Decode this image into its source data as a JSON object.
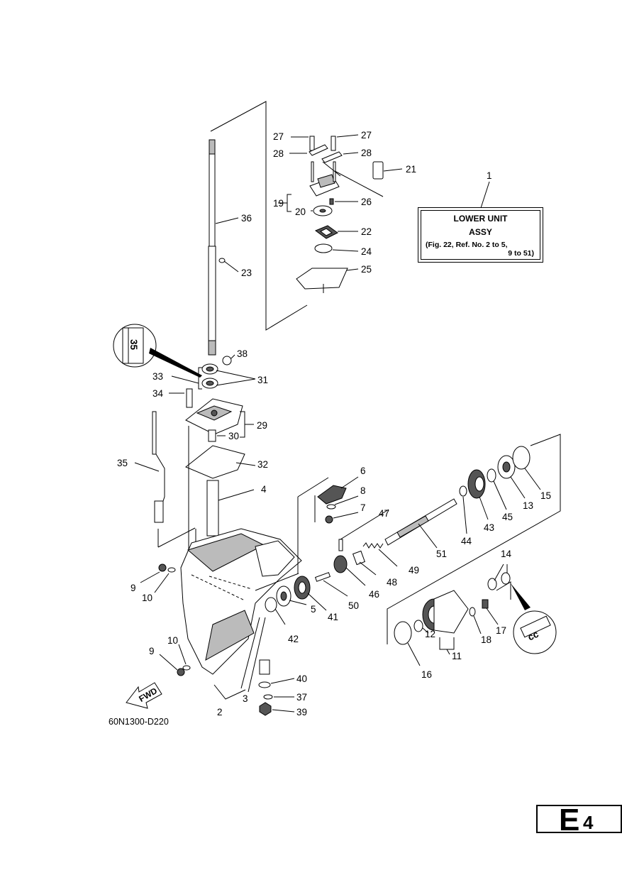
{
  "diagram": {
    "drawing_code": "60N1300-D220",
    "page": {
      "letter": "E",
      "number": "4"
    },
    "assembly_box": {
      "ref": "1",
      "line1": "LOWER UNIT",
      "line2": "ASSY",
      "line3": "(Fig. 22, Ref. No. 2 to 5,",
      "line4": "9 to 51)"
    },
    "fwd_label": "FWD",
    "badge_35": "35",
    "badge_cc": "cc",
    "labels": {
      "l27a": "27",
      "l27b": "27",
      "l28a": "28",
      "l28b": "28",
      "l21": "21",
      "l19": "19",
      "l26": "26",
      "l20": "20",
      "l22": "22",
      "l24": "24",
      "l25": "25",
      "l36": "36",
      "l23": "23",
      "l38": "38",
      "l33": "33",
      "l31": "31",
      "l34": "34",
      "l29": "29",
      "l30": "30",
      "l35": "35",
      "l32": "32",
      "l4": "4",
      "l6": "6",
      "l8": "8",
      "l7": "7",
      "l47": "47",
      "l15": "15",
      "l13": "13",
      "l45": "45",
      "l43": "43",
      "l44": "44",
      "l51": "51",
      "l49": "49",
      "l48": "48",
      "l46": "46",
      "l50": "50",
      "l14": "14",
      "l17": "17",
      "l18": "18",
      "l12": "12",
      "l11": "11",
      "l16": "16",
      "l41": "41",
      "l5": "5",
      "l42": "42",
      "l9a": "9",
      "l10a": "10",
      "l10b": "10",
      "l9b": "9",
      "l40": "40",
      "l37": "37",
      "l3": "3",
      "l2": "2",
      "l39": "39"
    }
  }
}
